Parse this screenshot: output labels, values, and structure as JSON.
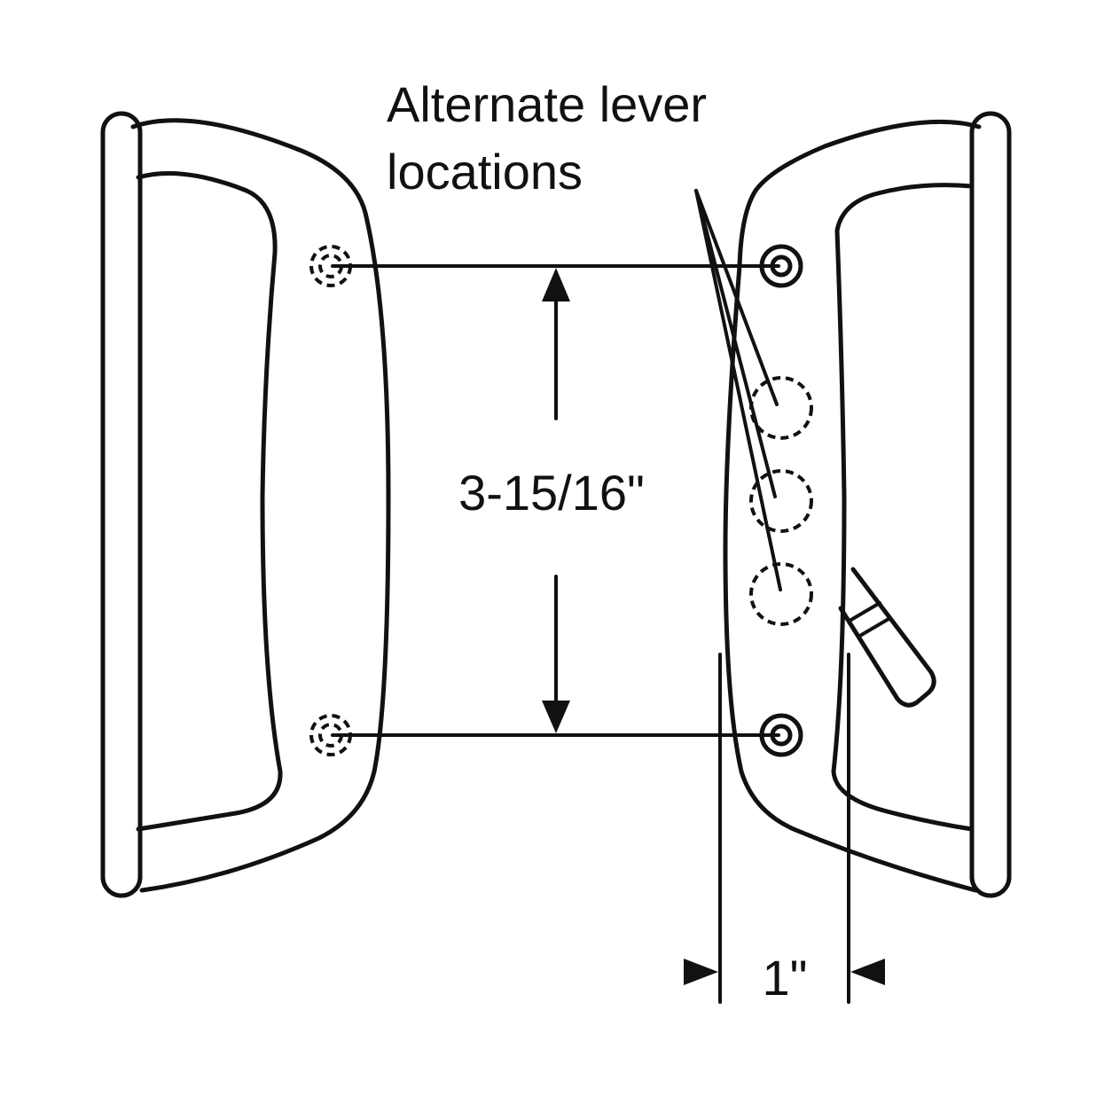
{
  "annotation": {
    "alternate_line1": "Alternate lever",
    "alternate_line2": "locations"
  },
  "dimensions": {
    "hole_spacing": "3-15/16\"",
    "lever_offset": "1\""
  },
  "colors": {
    "ink": "#111111",
    "background": "#ffffff"
  }
}
